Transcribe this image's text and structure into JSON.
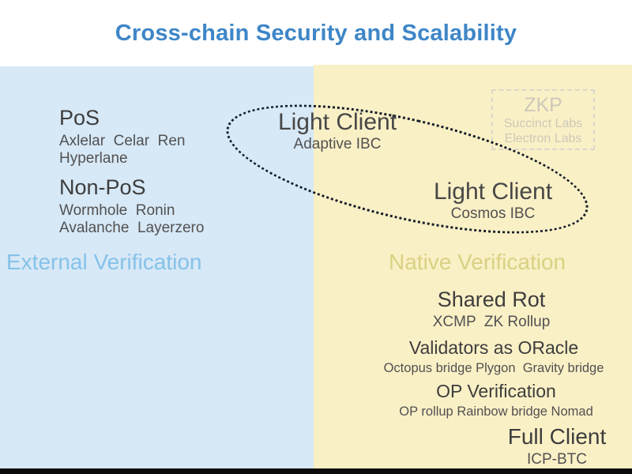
{
  "title": "Cross-chain Security and Scalability",
  "external": {
    "label": "External Verification",
    "pos": {
      "heading": "PoS",
      "line1": "Axlelar  Celar  Ren",
      "line2": "Hyperlane"
    },
    "non_pos": {
      "heading": "Non-PoS",
      "line1": "Wormhole  Ronin",
      "line2": "Avalanche  Layerzero"
    }
  },
  "native": {
    "label": "Native Verification",
    "zkp": {
      "heading": "ZKP",
      "line1": "Succinct Labs",
      "line2": "Electron Labs"
    },
    "shared_rot": {
      "heading": "Shared Rot",
      "sub": "XCMP  ZK Rollup"
    },
    "validators": {
      "heading": "Validators as ORacle",
      "sub": "Octopus bridge Plygon  Gravity bridge"
    },
    "op": {
      "heading": "OP Verification",
      "sub": "OP rollup Rainbow bridge Nomad"
    },
    "full_client": {
      "heading": "Full Client",
      "sub": "ICP-BTC"
    }
  },
  "cluster": {
    "left": {
      "heading": "Light Client",
      "sub": "Adaptive IBC"
    },
    "right": {
      "heading": "Light Client",
      "sub": "Cosmos IBC"
    }
  },
  "colors": {
    "title": "#3e86c7",
    "external_bg": "#d7e8f6",
    "native_bg": "#faf0c6",
    "external_label": "#85c2e9",
    "native_label": "#d9d182",
    "heading_text": "#3d3d3d",
    "sub_text": "#515151",
    "zkp_text": "#ccc9b9",
    "ellipse_dots": "#151f29",
    "bottom_bar": "#0a0a0a"
  }
}
